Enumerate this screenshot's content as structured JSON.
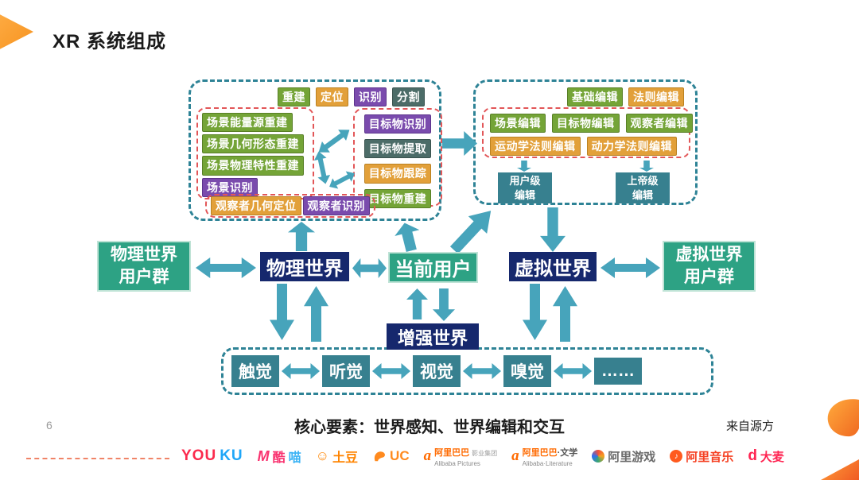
{
  "slide": {
    "title": "XR 系统组成",
    "page_number": "6",
    "source_note": "来自源方",
    "caption": "核心要素：世界感知、世界编辑和交互"
  },
  "perception_panel": {
    "tags": [
      {
        "label": "重建",
        "color": "green"
      },
      {
        "label": "定位",
        "color": "orange"
      },
      {
        "label": "识别",
        "color": "purple"
      },
      {
        "label": "分割",
        "color": "slate"
      }
    ],
    "scene_items": [
      {
        "label": "场景能量源重建",
        "color": "green"
      },
      {
        "label": "场景几何形态重建",
        "color": "green"
      },
      {
        "label": "场景物理特性重建",
        "color": "green"
      },
      {
        "label": "场景识别",
        "color": "purple"
      }
    ],
    "target_items": [
      {
        "label": "目标物识别",
        "color": "purple"
      },
      {
        "label": "目标物提取",
        "color": "slate"
      },
      {
        "label": "目标物跟踪",
        "color": "orange"
      },
      {
        "label": "目标物重建",
        "color": "green"
      }
    ],
    "observer_items": [
      {
        "label": "观察者几何定位",
        "color": "orange"
      },
      {
        "label": "观察者识别",
        "color": "purple"
      }
    ]
  },
  "editing_panel": {
    "tags": [
      {
        "label": "基础编辑",
        "color": "green"
      },
      {
        "label": "法则编辑",
        "color": "orange"
      }
    ],
    "edit_items": [
      {
        "label": "场景编辑",
        "color": "green"
      },
      {
        "label": "目标物编辑",
        "color": "green"
      },
      {
        "label": "观察者编辑",
        "color": "green"
      }
    ],
    "rule_items": [
      {
        "label": "运动学法则编辑",
        "color": "orange"
      },
      {
        "label": "动力学法则编辑",
        "color": "orange"
      }
    ],
    "user_level_label": "用户级\n编辑",
    "god_level_label": "上帝级\n编辑"
  },
  "world_row": {
    "physical_users": "物理世界\n用户群",
    "physical_world": "物理世界",
    "current_user": "当前用户",
    "virtual_world": "虚拟世界",
    "virtual_users": "虚拟世界\n用户群",
    "augmented_world": "增强世界"
  },
  "senses": {
    "items": [
      "触觉",
      "听觉",
      "视觉",
      "嗅觉",
      "……"
    ]
  },
  "footer_logos": [
    {
      "name": "youku",
      "text_red": "YOU",
      "text_blue": "KU"
    },
    {
      "name": "kumiao",
      "mark": "M",
      "text_red": "酷",
      "text_blue": "喵"
    },
    {
      "name": "tudou",
      "text": "土豆"
    },
    {
      "name": "uc",
      "text": "UC"
    },
    {
      "name": "alibaba-pictures",
      "cn": "阿里巴巴",
      "cn_small": "影业集团",
      "en": "Alibaba Pictures"
    },
    {
      "name": "alibaba-literature",
      "cn": "阿里巴巴",
      "cn2": "·文学",
      "en": "Alibaba·Literature"
    },
    {
      "name": "ali-games",
      "text": "阿里游戏"
    },
    {
      "name": "ali-music",
      "text": "阿里音乐"
    },
    {
      "name": "damai",
      "text": "大麦"
    }
  ],
  "palette": {
    "arrow_teal": "#47A4BB",
    "panel_dashed_border": "#2E8396",
    "inner_dashed_border": "#E25658",
    "chip_green": "#74A437",
    "chip_orange": "#E2A03A",
    "chip_purple": "#7A4BAD",
    "chip_slate": "#4C6C68",
    "box_navy": "#16286D",
    "box_emerald": "#2DA284",
    "box_teal": "#37808F",
    "accent_orange": "#F6921E"
  }
}
